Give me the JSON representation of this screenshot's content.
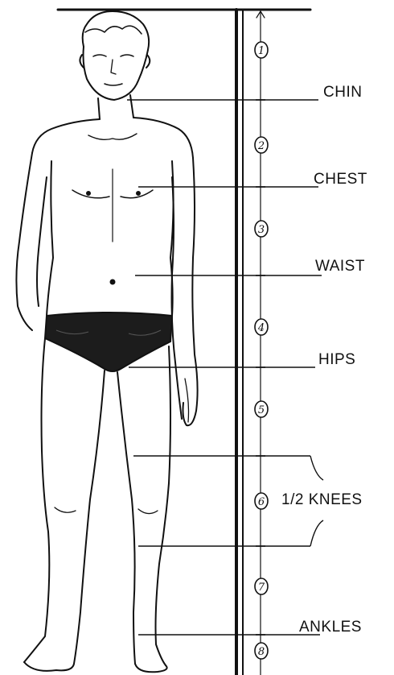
{
  "labels": {
    "chin": "CHIN",
    "chest": "CHEST",
    "waist": "WAIST",
    "hips": "HIPS",
    "knees": "1/2 KNEES",
    "ankles": "ANKLES"
  },
  "heads": [
    "1",
    "2",
    "3",
    "4",
    "5",
    "6",
    "7",
    "8"
  ],
  "colors": {
    "ink": "#111111",
    "briefs": "#1c1c1c"
  }
}
